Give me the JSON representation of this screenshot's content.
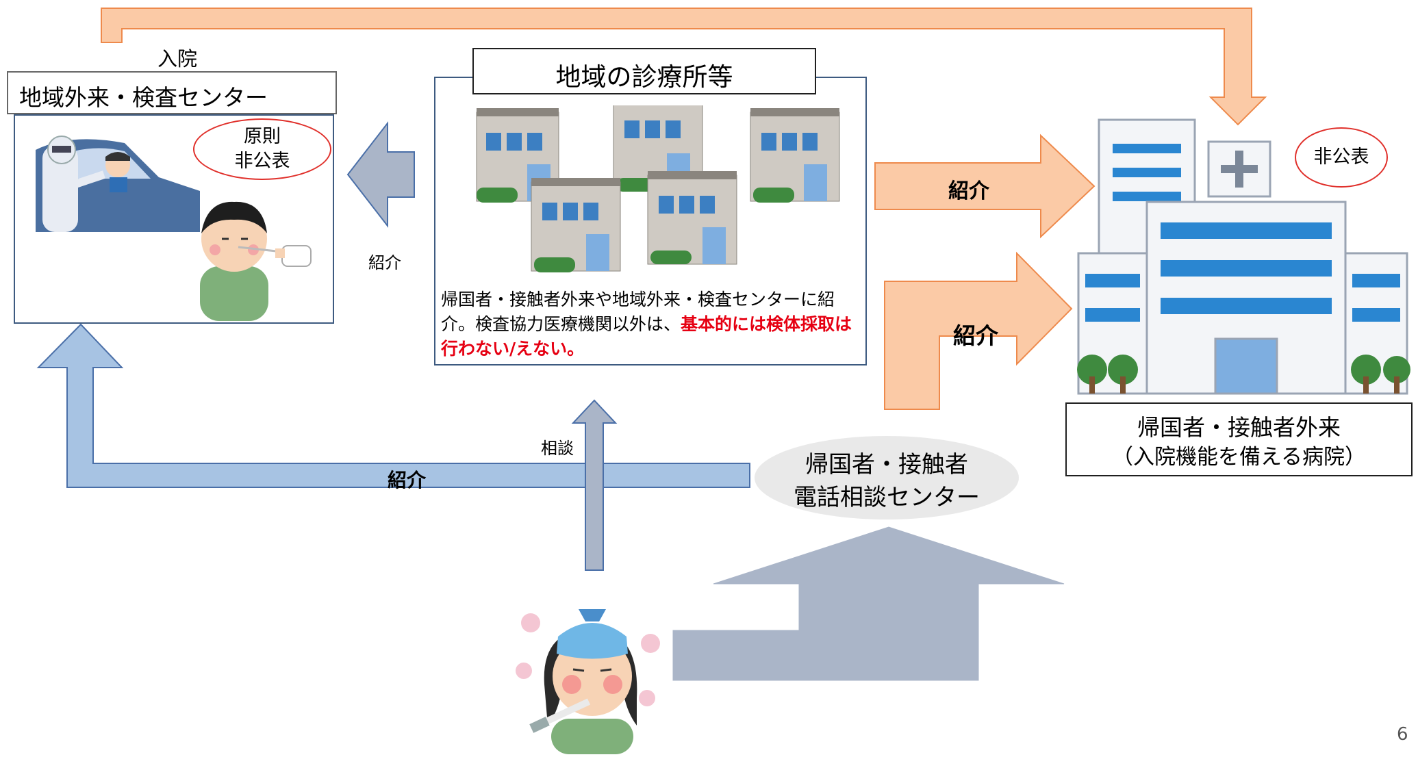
{
  "labels": {
    "admission": "入院",
    "local_outpatient_center": "地域外来・検査センター",
    "principle_line1": "原則",
    "principle_line2": "非公表",
    "clinics_title": "地域の診療所等",
    "referral_small_left": "紹介",
    "clinics_note_normal": "帰国者・接触者外来や地域外来・検査センターに紹介。検査協力医療機関以外は、",
    "clinics_note_emphasis": "基本的には検体採取は行わない/えない。",
    "referral_right_top": "紹介",
    "referral_right_bottom": "紹介",
    "nonpublic_right": "非公表",
    "hospital_line1": "帰国者・接触者外来",
    "hospital_line2": "（入院機能を備える病院）",
    "consultation": "相談",
    "referral_bottom": "紹介",
    "phone_center_line1": "帰国者・接触者",
    "phone_center_line2": "電話相談センター",
    "page_number": "6"
  },
  "colors": {
    "orange_fill": "#fbcaa6",
    "orange_stroke": "#ee8a4c",
    "blue_fill": "#a7c3e3",
    "blue_stroke": "#4a6fa8",
    "gray_blue_fill": "#aab5c8",
    "oval_stroke": "#e0302b",
    "emphasis_red": "#e60012"
  },
  "icons": [
    "drive-through-test-illustration",
    "nasal-swab-patient-illustration",
    "clinic-buildings-illustration",
    "hospital-illustration",
    "sick-patient-illustration"
  ]
}
